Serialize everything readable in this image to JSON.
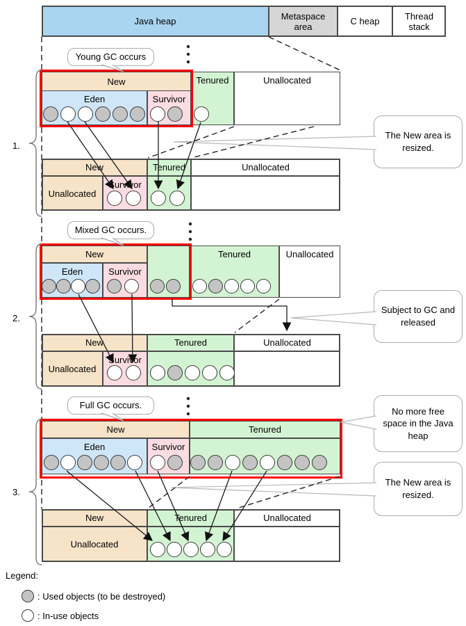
{
  "top_bar": {
    "java_heap": "Java heap",
    "metaspace": "Metaspace area",
    "c_heap": "C heap",
    "thread_stack": "Thread stack"
  },
  "sections": [
    {
      "number": "1.",
      "gc_callout": "Young GC occurs",
      "row1": {
        "header_new": "New",
        "eden": "Eden",
        "survivor": "Survivor",
        "tenured": "Tenured",
        "unallocated": "Unallocated",
        "eden_objects": [
          "used",
          "inuse",
          "inuse",
          "used",
          "used",
          "used"
        ],
        "survivor_objects": [
          "inuse",
          "used"
        ],
        "tenured_objects": [
          "inuse"
        ]
      },
      "row2": {
        "header_new": "New",
        "header_tenured": "Tenured",
        "header_unallocated": "Unallocated",
        "unallocated": "Unallocated",
        "survivor": "Survivor",
        "survivor_objects": [
          "inuse",
          "inuse"
        ],
        "tenured_objects": [
          "inuse",
          "inuse"
        ]
      },
      "callout": "The New area is resized."
    },
    {
      "number": "2.",
      "gc_callout": "Mixed GC occurs.",
      "row1": {
        "header_new": "New",
        "eden": "Eden",
        "survivor": "Survivor",
        "tenured": "Tenured",
        "unallocated": "Unallocated",
        "eden_objects": [
          "used",
          "used",
          "inuse",
          "used"
        ],
        "survivor_objects": [
          "used",
          "inuse"
        ],
        "gc_objects": [
          "used",
          "used"
        ],
        "tenured_objects": [
          "inuse",
          "used",
          "inuse",
          "inuse",
          "inuse"
        ]
      },
      "row2": {
        "header_new": "New",
        "header_tenured": "Tenured",
        "header_unallocated": "Unallocated",
        "unallocated": "Unallocated",
        "survivor": "Survivor",
        "survivor_objects": [
          "inuse",
          "inuse"
        ],
        "tenured_objects": [
          "inuse",
          "used",
          "inuse",
          "inuse",
          "inuse"
        ]
      },
      "callout": "Subject to GC and released"
    },
    {
      "number": "3.",
      "gc_callout": "Full GC occurs.",
      "row1": {
        "header_new": "New",
        "header_tenured": "Tenured",
        "eden": "Eden",
        "survivor": "Survivor",
        "eden_objects": [
          "used",
          "inuse",
          "used",
          "used",
          "used",
          "inuse"
        ],
        "survivor_objects": [
          "inuse",
          "used"
        ],
        "tenured_objects": [
          "used",
          "used",
          "inuse",
          "used",
          "inuse",
          "used",
          "used",
          "used"
        ]
      },
      "row2": {
        "header_new": "New",
        "header_tenured": "Tenured",
        "header_unallocated": "Unallocated",
        "unallocated": "Unallocated",
        "tenured_objects": [
          "inuse",
          "inuse",
          "inuse",
          "inuse",
          "inuse"
        ]
      },
      "callout_top": "No more free space in the Java heap",
      "callout_bottom": "The New area is resized."
    }
  ],
  "legend": {
    "title": "Legend:",
    "used": ": Used objects (to be destroyed)",
    "inuse": ": In-use objects"
  }
}
